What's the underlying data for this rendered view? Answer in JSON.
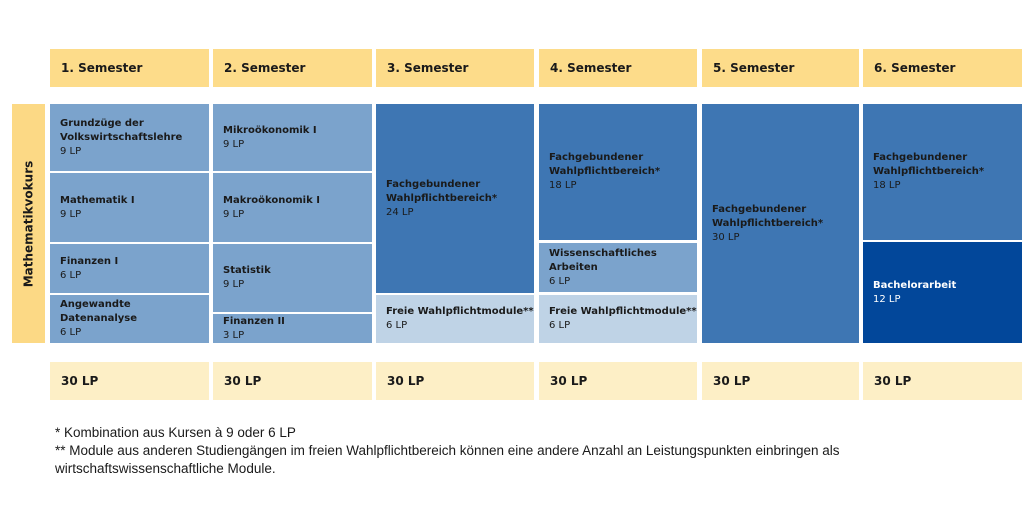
{
  "colors": {
    "header_bg": "#fddc8a",
    "footer_bg": "#fdefc6",
    "side_bg": "#fcd985",
    "module_light": "#7ba3cc",
    "module_mid": "#3e76b3",
    "module_pale": "#bfd3e6",
    "module_dark": "#02479a"
  },
  "side_label": "Mathematikvokurs",
  "semesters": [
    {
      "label": "1. Semester",
      "total": "30 LP"
    },
    {
      "label": "2. Semester",
      "total": "30 LP"
    },
    {
      "label": "3. Semester",
      "total": "30 LP"
    },
    {
      "label": "4. Semester",
      "total": "30 LP"
    },
    {
      "label": "5. Semester",
      "total": "30 LP"
    },
    {
      "label": "6. Semester",
      "total": "30 LP"
    }
  ],
  "modules": {
    "s1": [
      {
        "title_1": "Grundzüge der",
        "title_2": "Volkswirtschaftslehre",
        "lp": "9 LP"
      },
      {
        "title_1": "Mathematik I",
        "lp": "9 LP"
      },
      {
        "title_1": "Finanzen I",
        "lp": "6 LP"
      },
      {
        "title_1": "Angewandte Datenanalyse",
        "lp": "6 LP"
      }
    ],
    "s2": [
      {
        "title_1": "Mikroökonomik I",
        "lp": "9 LP"
      },
      {
        "title_1": "Makroökonomik I",
        "lp": "9 LP"
      },
      {
        "title_1": "Statistik",
        "lp": "9 LP"
      },
      {
        "title_1": "Finanzen II",
        "lp": "3 LP"
      }
    ],
    "s3": [
      {
        "title_1": "Fachgebundener",
        "title_2": "Wahlpflichtbereich*",
        "lp": "24 LP"
      },
      {
        "title_1": "Freie Wahlpflichtmodule**",
        "lp": "6 LP"
      }
    ],
    "s4": [
      {
        "title_1": "Fachgebundener",
        "title_2": "Wahlpflichtbereich*",
        "lp": "18 LP"
      },
      {
        "title_1": "Wissenschaftliches",
        "title_2": "Arbeiten",
        "lp": "6 LP"
      },
      {
        "title_1": "Freie Wahlpflichtmodule**",
        "lp": "6 LP"
      }
    ],
    "s5": [
      {
        "title_1": "Fachgebundener",
        "title_2": "Wahlpflichtbereich*",
        "lp": "30 LP"
      }
    ],
    "s6": [
      {
        "title_1": "Fachgebundener",
        "title_2": "Wahlpflichtbereich*",
        "lp": "18 LP"
      },
      {
        "title_1": "Bachelorarbeit",
        "lp": "12 LP"
      }
    ]
  },
  "notes": {
    "line1": "* Kombination aus Kursen à 9 oder 6 LP",
    "line2": "** Module aus anderen Studiengängen im freien Wahlpflichtbereich können eine andere Anzahl an Leistungspunkten einbringen als",
    "line3": "wirtschaftswissenschaftliche Module."
  }
}
